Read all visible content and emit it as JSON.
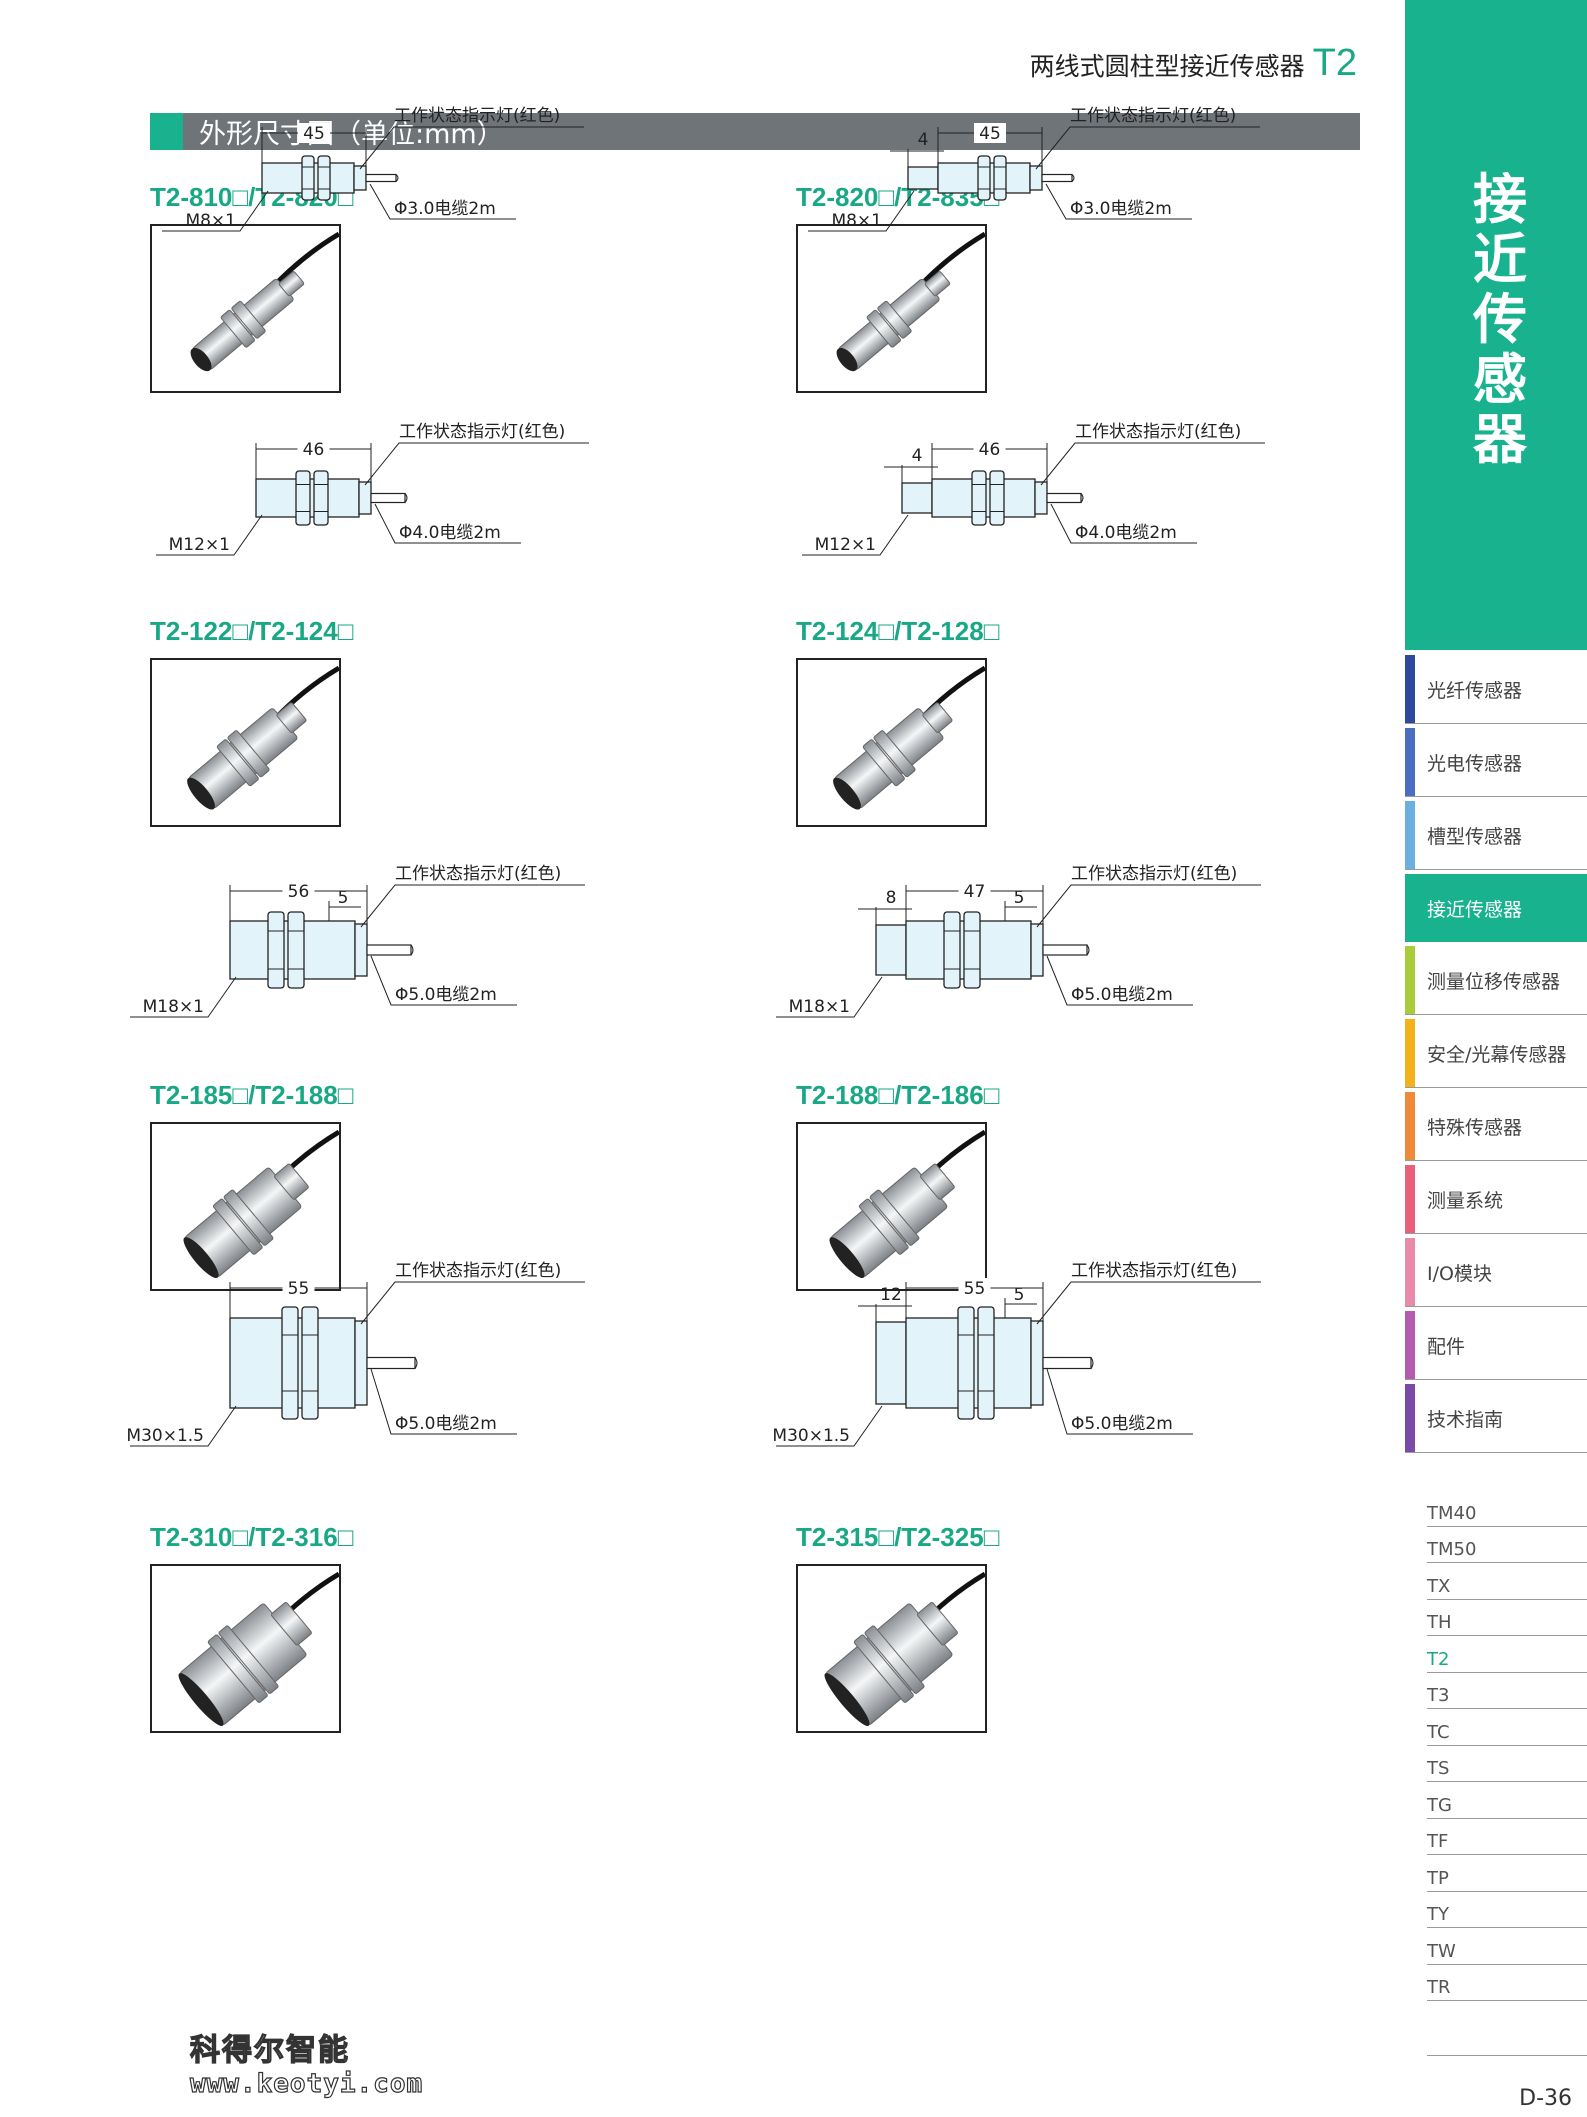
{
  "header": {
    "title": "两线式圆柱型接近传感器",
    "code": "T2"
  },
  "section": {
    "label": "外形尺寸图（单位:mm）"
  },
  "products": [
    {
      "title": "T2-810□/T2-820□",
      "thread": "M8×1",
      "length": "45",
      "led": "工作状态指示灯(红色)",
      "cable": "Φ3.0电缆2m",
      "head": "",
      "led_gap": ""
    },
    {
      "title": "T2-820□/T2-835□",
      "thread": "M8×1",
      "length": "45",
      "led": "工作状态指示灯(红色)",
      "cable": "Φ3.0电缆2m",
      "head": "4",
      "led_gap": ""
    },
    {
      "title": "T2-122□/T2-124□",
      "thread": "M12×1",
      "length": "46",
      "led": "工作状态指示灯(红色)",
      "cable": "Φ4.0电缆2m",
      "head": "",
      "led_gap": ""
    },
    {
      "title": "T2-124□/T2-128□",
      "thread": "M12×1",
      "length": "46",
      "led": "工作状态指示灯(红色)",
      "cable": "Φ4.0电缆2m",
      "head": "4",
      "led_gap": ""
    },
    {
      "title": "T2-185□/T2-188□",
      "thread": "M18×1",
      "length": "56",
      "led": "工作状态指示灯(红色)",
      "cable": "Φ5.0电缆2m",
      "head": "",
      "led_gap": "5"
    },
    {
      "title": "T2-188□/T2-186□",
      "thread": "M18×1",
      "length": "47",
      "led": "工作状态指示灯(红色)",
      "cable": "Φ5.0电缆2m",
      "head": "8",
      "led_gap": "5"
    },
    {
      "title": "T2-310□/T2-316□",
      "thread": "M30×1.5",
      "length": "55",
      "led": "工作状态指示灯(红色)",
      "cable": "Φ5.0电缆2m",
      "head": "",
      "led_gap": ""
    },
    {
      "title": "T2-315□/T2-325□",
      "thread": "M30×1.5",
      "length": "55",
      "led": "工作状态指示灯(红色)",
      "cable": "Φ5.0电缆2m",
      "head": "12",
      "led_gap": "5"
    }
  ],
  "sidebar": {
    "category_title": [
      "接",
      "近",
      "传",
      "感",
      "器"
    ],
    "categories": [
      {
        "label": "光纤传感器",
        "color": "#2e4a9c"
      },
      {
        "label": "光电传感器",
        "color": "#4a6fc0"
      },
      {
        "label": "槽型传感器",
        "color": "#6ab0e0"
      },
      {
        "label": "接近传感器",
        "color": "#19b28e",
        "active": true
      },
      {
        "label": "测量位移传感器",
        "color": "#a8cc3a"
      },
      {
        "label": "安全/光幕传感器",
        "color": "#f2b21c"
      },
      {
        "label": "特殊传感器",
        "color": "#ee8a3a"
      },
      {
        "label": "测量系统",
        "color": "#e8607a"
      },
      {
        "label": "I/O模块",
        "color": "#e88aa8"
      },
      {
        "label": "配件",
        "color": "#b45ab0"
      },
      {
        "label": "技术指南",
        "color": "#7a4aa8"
      }
    ],
    "series": [
      "TM40",
      "TM50",
      "TX",
      "TH",
      "T2",
      "T3",
      "TC",
      "TS",
      "TG",
      "TF",
      "TP",
      "TY",
      "TW",
      "TR"
    ],
    "active_series": "T2"
  },
  "page_number": "D-36",
  "watermark": {
    "line1": "科得尔智能",
    "line2": "www.keotyi.com"
  },
  "colors": {
    "accent": "#19b28e",
    "section_bar": "#6f7479",
    "sensor_fill": "#e3f3fa"
  }
}
